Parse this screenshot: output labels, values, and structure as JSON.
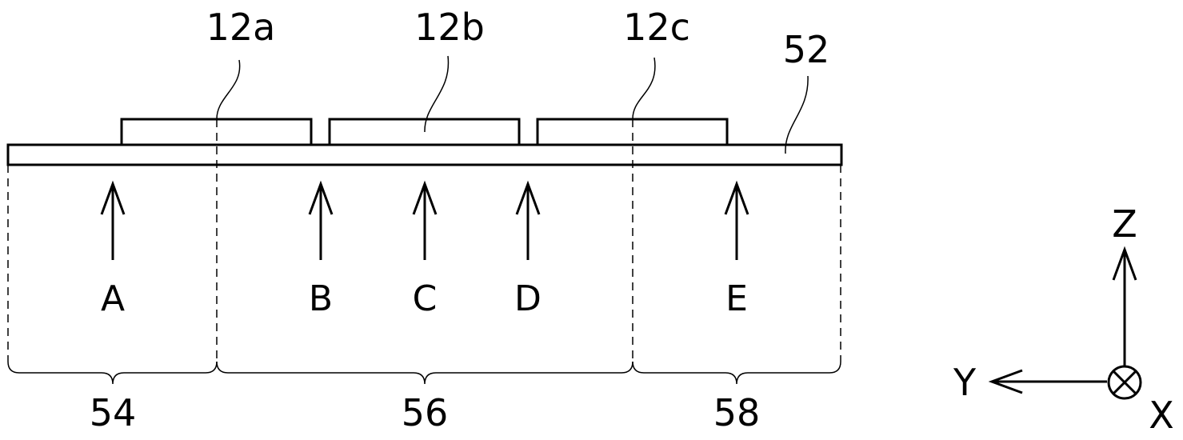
{
  "colors": {
    "line": "#000000",
    "background": "#ffffff"
  },
  "refs": {
    "chip_a": "12a",
    "chip_b": "12b",
    "chip_c": "12c",
    "substrate": "52",
    "region_left": "54",
    "region_middle": "56",
    "region_right": "58"
  },
  "positions": {
    "A": "A",
    "B": "B",
    "C": "C",
    "D": "D",
    "E": "E"
  },
  "axes": {
    "z": "Z",
    "y": "Y",
    "x": "X",
    "x_symbol": "into-page-circle-x-icon"
  }
}
